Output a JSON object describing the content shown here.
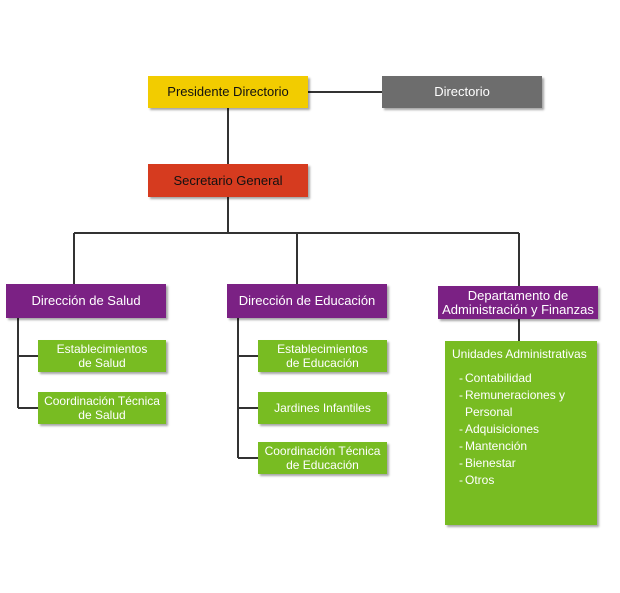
{
  "top": {
    "president": "Presidente Directorio",
    "board": "Directorio"
  },
  "secretary": "Secretario General",
  "health": {
    "title": "Dirección de Salud",
    "units": [
      "Establecimientos\nde Salud",
      "Coordinación Técnica\nde Salud"
    ]
  },
  "education": {
    "title": "Dirección de Educación",
    "units": [
      "Establecimientos\nde Educación",
      "Jardines Infantiles",
      "Coordinación Técnica\nde Educación"
    ]
  },
  "finance": {
    "title": "Departamento de\nAdministración y Finanzas",
    "panel_title": "Unidades Administrativas",
    "items": [
      "Contabilidad",
      "Remuneraciones y\nPersonal",
      "Adquisiciones",
      "Mantención",
      "Bienestar",
      "Otros"
    ]
  },
  "colors": {
    "president": "#f2cc00",
    "board": "#6d6d6d",
    "secretary": "#d63b1f",
    "direction": "#7b2184",
    "unit": "#78bc22",
    "connector": "#333333"
  }
}
